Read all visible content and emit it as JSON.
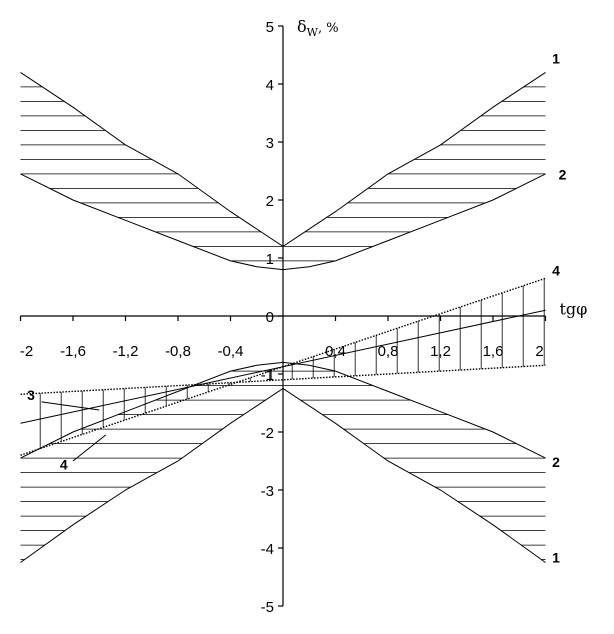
{
  "chart_data": {
    "type": "line",
    "xlabel": "tgφ",
    "ylabel": "δ",
    "ylabel_sub": "W",
    "ylabel_unit": ", %",
    "xlim": [
      -2,
      2
    ],
    "ylim": [
      -5,
      5
    ],
    "xticks": [
      "-2",
      "-1,6",
      "-1,2",
      "-0,8",
      "-0,4",
      "0,4",
      "0,8",
      "1,2",
      "1,6",
      "2"
    ],
    "xtick_values": [
      -2,
      -1.6,
      -1.2,
      -0.8,
      -0.4,
      0.4,
      0.8,
      1.2,
      1.6,
      2
    ],
    "yticks": [
      "-5",
      "-4",
      "-3",
      "-2",
      "-1",
      "0",
      "1",
      "2",
      "3",
      "4",
      "5"
    ],
    "ytick_values": [
      -5,
      -4,
      -3,
      -2,
      -1,
      0,
      1,
      2,
      3,
      4,
      5
    ],
    "series": [
      {
        "name": "1",
        "x": [
          -2,
          -1.6,
          -1.2,
          -0.8,
          -0.4,
          0,
          0.4,
          0.8,
          1.2,
          1.6,
          2
        ],
        "y": [
          4.2,
          3.6,
          2.95,
          2.45,
          1.8,
          1.2,
          1.8,
          2.45,
          2.95,
          3.6,
          4.2
        ]
      },
      {
        "name": "2",
        "x": [
          -2,
          -1.6,
          -1.2,
          -0.8,
          -0.4,
          -0.2,
          0,
          0.2,
          0.4,
          0.8,
          1.2,
          1.6,
          2
        ],
        "y": [
          2.45,
          2.0,
          1.65,
          1.3,
          0.95,
          0.85,
          0.8,
          0.85,
          0.95,
          1.3,
          1.65,
          2.0,
          2.45
        ]
      },
      {
        "name": "1",
        "x": [
          -2,
          -1.6,
          -1.2,
          -0.8,
          -0.4,
          0,
          0.4,
          0.8,
          1.2,
          1.6,
          2
        ],
        "y": [
          -4.25,
          -3.6,
          -3.0,
          -2.5,
          -1.85,
          -1.25,
          -1.85,
          -2.5,
          -3.0,
          -3.6,
          -4.25
        ]
      },
      {
        "name": "2",
        "x": [
          -2,
          -1.6,
          -1.2,
          -0.8,
          -0.4,
          -0.2,
          0,
          0.2,
          0.4,
          0.8,
          1.2,
          1.6,
          2
        ],
        "y": [
          -2.45,
          -2.0,
          -1.65,
          -1.3,
          -0.95,
          -0.85,
          -0.8,
          -0.85,
          -0.95,
          -1.3,
          -1.65,
          -2.0,
          -2.45
        ]
      },
      {
        "name": "3",
        "x": [
          -2,
          2
        ],
        "y": [
          -1.85,
          0.1
        ]
      },
      {
        "name": "4",
        "x": [
          -2,
          2
        ],
        "y": [
          -2.4,
          0.65
        ]
      },
      {
        "name": "4",
        "x": [
          -2,
          2
        ],
        "y": [
          -1.35,
          -0.85
        ]
      }
    ],
    "labels": [
      {
        "text": "1",
        "x": 2.05,
        "y": 4.35
      },
      {
        "text": "2",
        "x": 2.1,
        "y": 2.35
      },
      {
        "text": "4",
        "x": 2.05,
        "y": 0.7
      },
      {
        "text": "2",
        "x": 2.05,
        "y": -2.6
      },
      {
        "text": "1",
        "x": 2.05,
        "y": -4.25
      },
      {
        "text": "3",
        "x": -1.95,
        "y": -1.45
      },
      {
        "text": "4",
        "x": -1.7,
        "y": -2.65
      }
    ]
  }
}
